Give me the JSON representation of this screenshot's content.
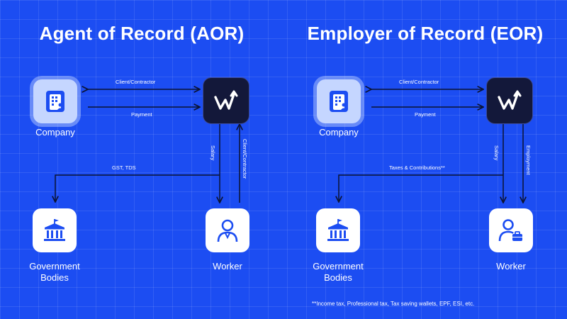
{
  "aor": {
    "title": "Agent of Record (AOR)",
    "company_label": "Company",
    "government_label_line1": "Government",
    "government_label_line2": "Bodies",
    "worker_label": "Worker",
    "edge_client_contractor": "Client/Contractor",
    "edge_payment": "Payment",
    "edge_gst_tds": "GST, TDS",
    "edge_salary": "Salary",
    "edge_client_contractor_vertical": "Client/Contractor"
  },
  "eor": {
    "title": "Employer of Record (EOR)",
    "company_label": "Company",
    "government_label_line1": "Government",
    "government_label_line2": "Bodies",
    "worker_label": "Worker",
    "edge_client_contractor": "Client/Contractor",
    "edge_payment": "Payment",
    "edge_taxes": "Taxes & Contributions**",
    "edge_salary": "Salary",
    "edge_employment": "Employment",
    "footnote": "**Income tax, Professional tax, Tax saving wallets, EPF, ESI, etc."
  },
  "colors": {
    "background": "#1c4df2",
    "company_tile": "#c5d6ff",
    "logo_tile": "#13183a",
    "accent_blue": "#2f5ef5"
  },
  "icons": [
    "building-icon",
    "brand-logo-icon",
    "government-building-icon",
    "worker-icon",
    "worker-briefcase-icon"
  ]
}
